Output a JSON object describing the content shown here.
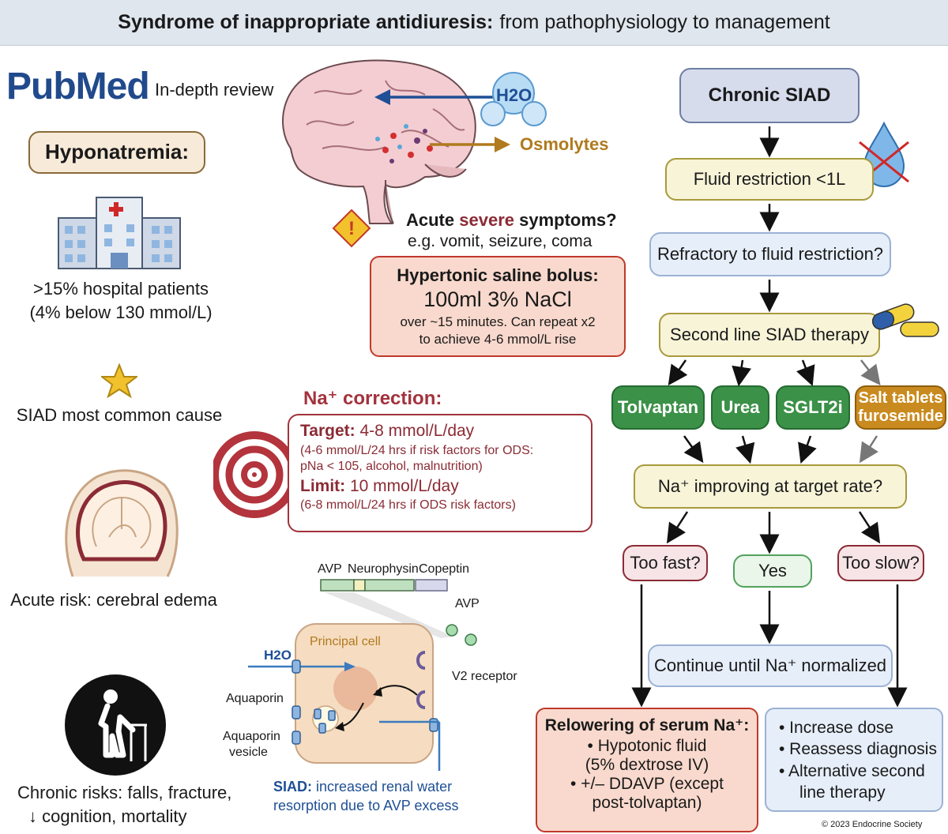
{
  "header": {
    "title_bold": "Syndrome of inappropriate antidiuresis:",
    "title_rest": "from pathophysiology to management"
  },
  "left": {
    "pubmed_logo": "PubMed",
    "review": "In-depth review",
    "hyponatremia": "Hyponatremia:",
    "stat1": ">15% hospital patients",
    "stat2": "(4% below 130 mmol/L)",
    "siad_cause": "SIAD most common cause",
    "acute_risk": "Acute risk: cerebral edema",
    "chronic1": "Chronic risks: falls, fracture,",
    "chronic2": "↓ cognition, mortality"
  },
  "brain": {
    "h2o": "H2O",
    "osmolytes": "Osmolytes"
  },
  "acute": {
    "question_a": "Acute ",
    "question_b": "severe",
    "question_c": " symptoms?",
    "examples": "e.g. vomit, seizure, coma",
    "bolus_title": "Hypertonic saline bolus:",
    "bolus_dose": "100ml 3% NaCl",
    "bolus_line1": "over ~15 minutes. Can repeat x2",
    "bolus_line2": "to achieve 4-6 mmol/L rise"
  },
  "correction": {
    "title": "Na⁺ correction:",
    "target_label": "Target:",
    "target_value": " 4-8 mmol/L/day",
    "target_note1": "(4-6 mmol/L/24 hrs if risk factors for ODS:",
    "target_note2": "pNa < 105, alcohol, malnutrition)",
    "limit_label": "Limit:",
    "limit_value": " 10 mmol/L/day",
    "limit_note": "(6-8 mmol/L/24 hrs if ODS risk factors)"
  },
  "cell": {
    "avp": "AVP",
    "neurophysin": "Neurophysin",
    "copeptin": "Copeptin",
    "avp2": "AVP",
    "principal": "Principal cell",
    "h2o": "H2O",
    "aquaporin": "Aquaporin",
    "vesicle1": "Aquaporin",
    "vesicle2": "vesicle",
    "v2": "V2 receptor",
    "siad_label": "SIAD:",
    "siad_text1": " increased renal water",
    "siad_text2": "resorption due to AVP excess"
  },
  "flow": {
    "chronic": "Chronic SIAD",
    "fluid": "Fluid restriction <1L",
    "refractory": "Refractory to fluid restriction?",
    "second": "Second line SIAD therapy",
    "tolvaptan": "Tolvaptan",
    "urea": "Urea",
    "sglt2i": "SGLT2i",
    "salt1": "Salt tablets",
    "salt2": "furosemide",
    "improving": "Na⁺ improving at target rate?",
    "too_fast": "Too fast?",
    "yes": "Yes",
    "too_slow": "Too slow?",
    "continue": "Continue until Na⁺ normalized",
    "relower_title": "Relowering of serum Na⁺:",
    "relower1": "• Hypotonic fluid",
    "relower2": "(5% dextrose IV)",
    "relower3": "• +/– DDAVP (except",
    "relower4": "post-tolvaptan)",
    "slow1": "• Increase dose",
    "slow2": "• Reassess diagnosis",
    "slow3": "• Alternative second",
    "slow4": "line therapy"
  },
  "footer": "© 2023 Endocrine Society"
}
